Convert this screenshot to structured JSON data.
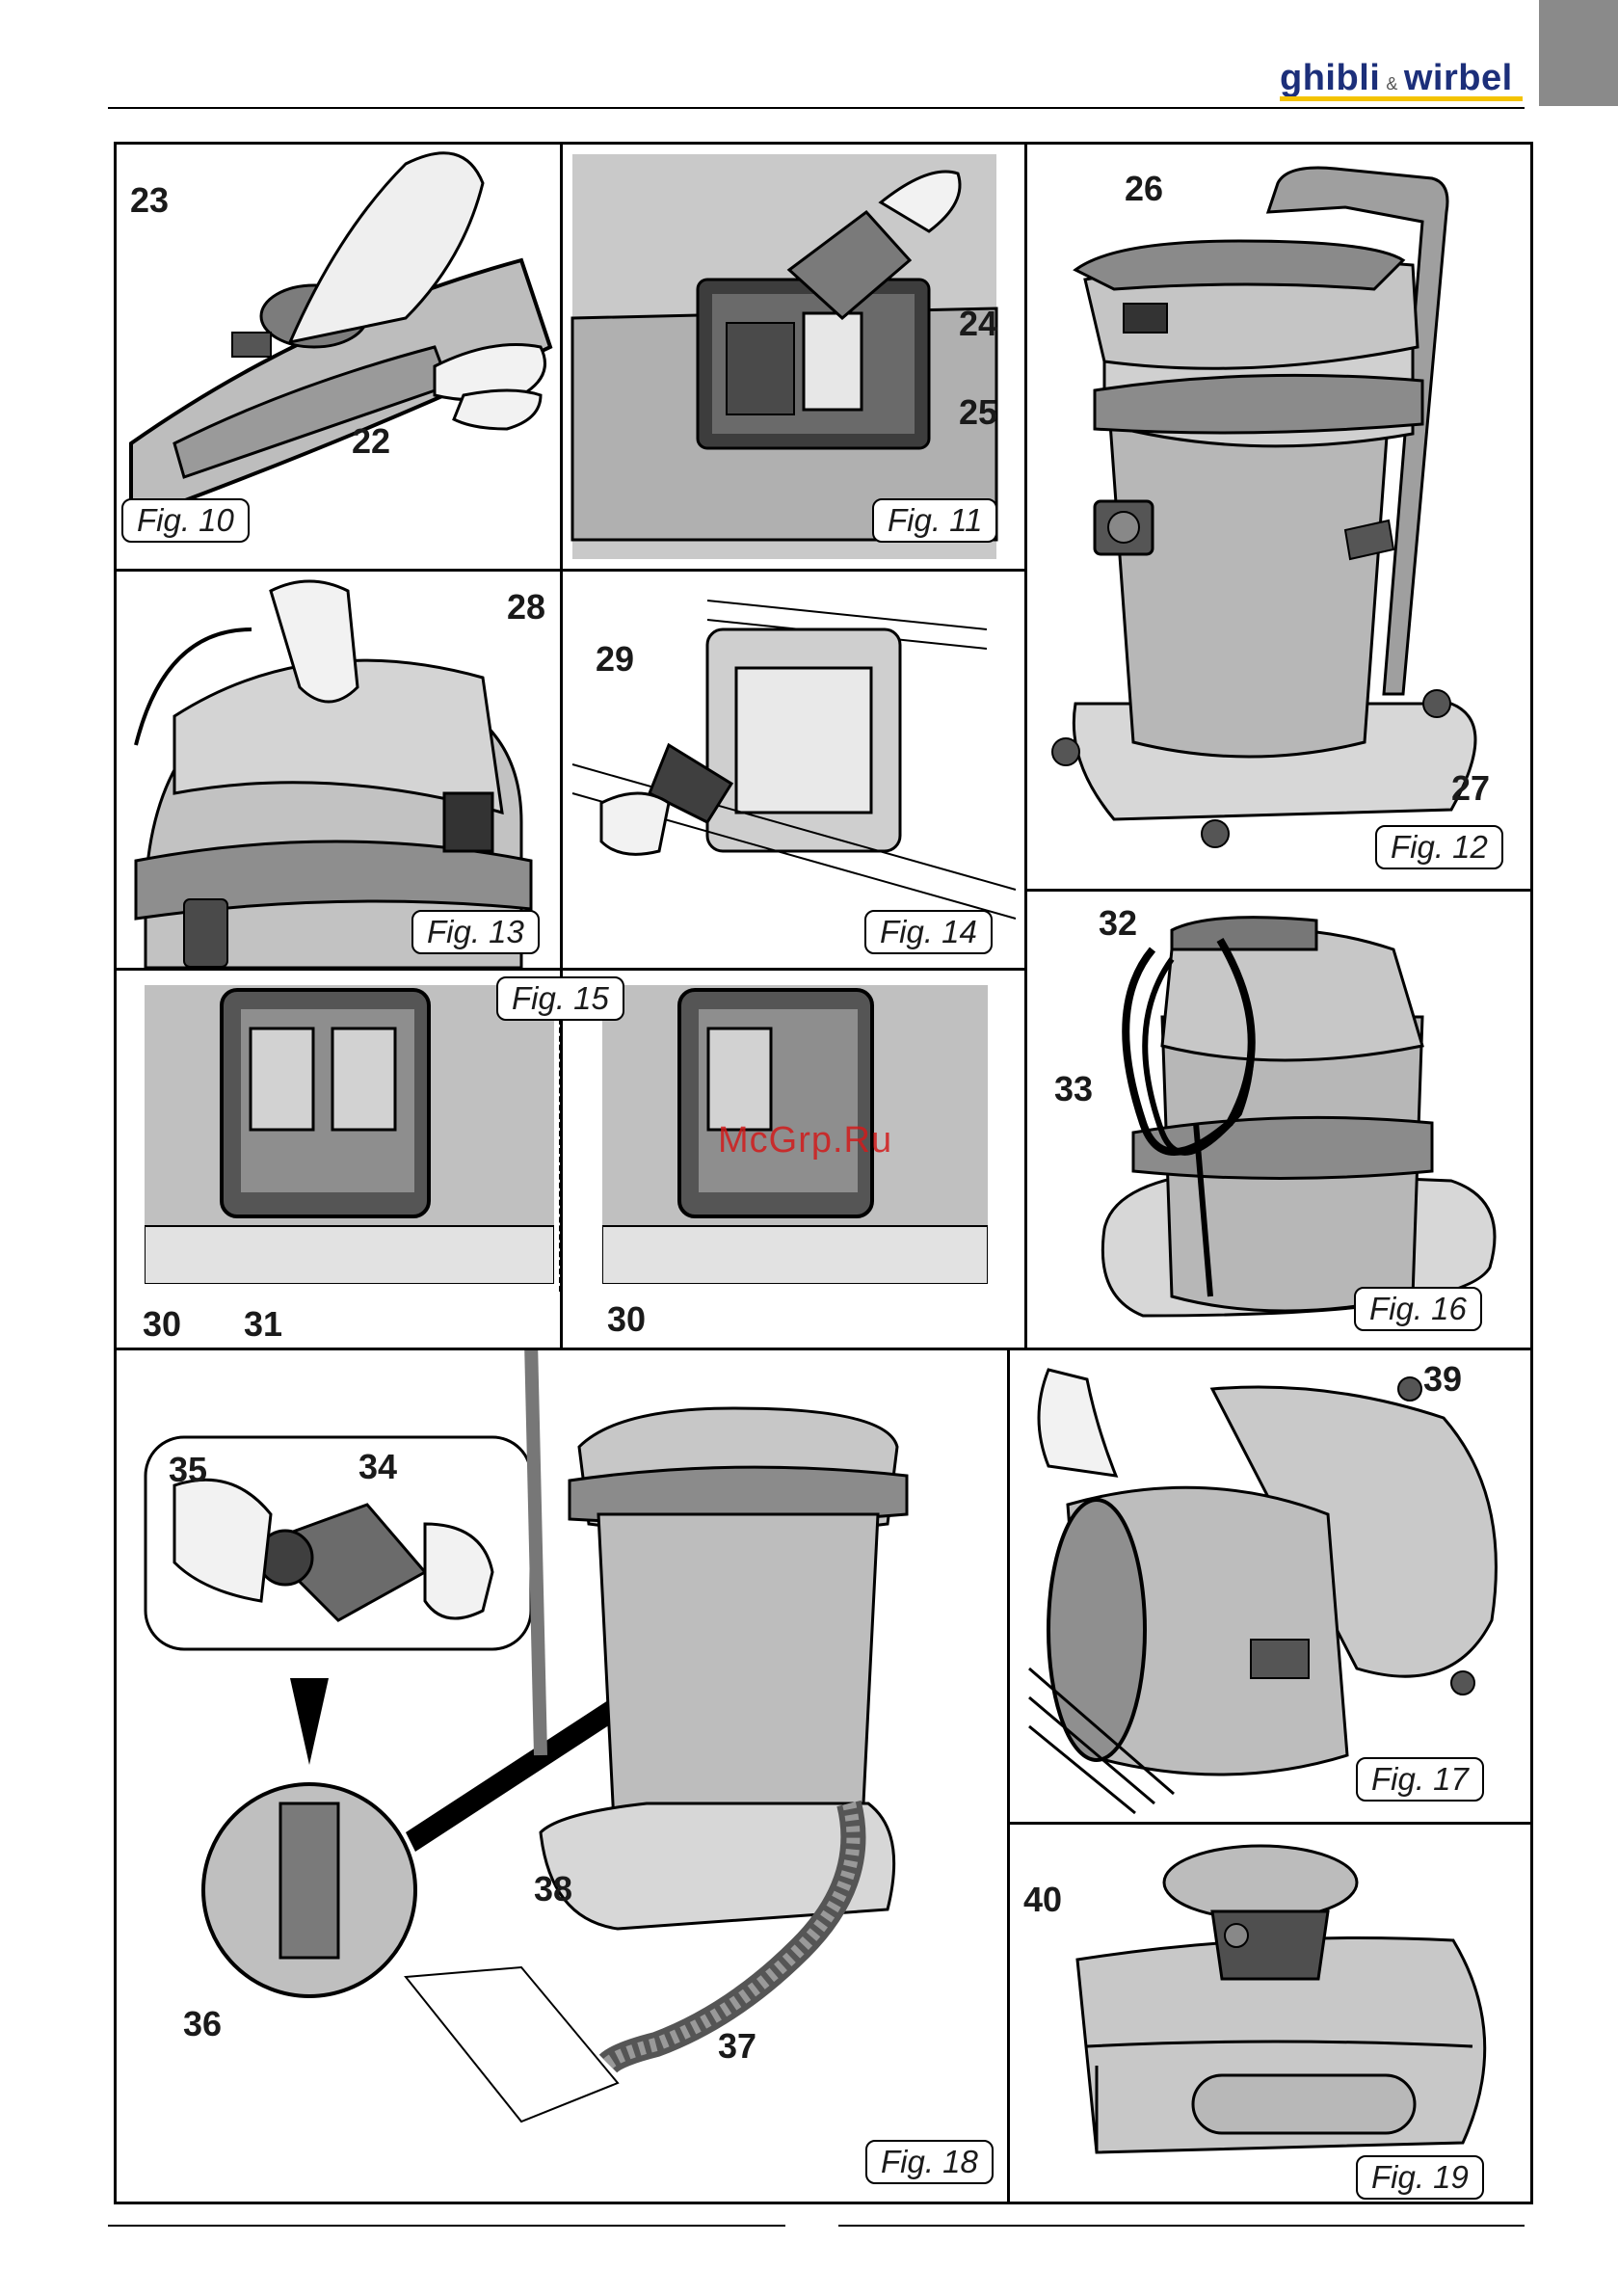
{
  "header": {
    "brand_left": "ghibli",
    "brand_amp": "&",
    "brand_right": "wirbel"
  },
  "watermark": "McGrp.Ru",
  "figures": {
    "f10": {
      "label": "Fig. 10",
      "callouts": [
        "23",
        "22"
      ]
    },
    "f11": {
      "label": "Fig. 11",
      "callouts": [
        "24",
        "25"
      ]
    },
    "f12": {
      "label": "Fig. 12",
      "callouts": [
        "26",
        "27"
      ]
    },
    "f13": {
      "label": "Fig. 13",
      "callouts": [
        "28"
      ]
    },
    "f14": {
      "label": "Fig. 14",
      "callouts": [
        "29"
      ]
    },
    "f15": {
      "label": "Fig. 15",
      "callouts": [
        "30",
        "31",
        "30"
      ]
    },
    "f16": {
      "label": "Fig. 16",
      "callouts": [
        "32",
        "33"
      ]
    },
    "f17": {
      "label": "Fig. 17",
      "callouts": [
        "39"
      ]
    },
    "f18": {
      "label": "Fig. 18",
      "callouts": [
        "35",
        "34",
        "36",
        "38",
        "37"
      ]
    },
    "f19": {
      "label": "Fig. 19",
      "callouts": [
        "40"
      ]
    }
  }
}
